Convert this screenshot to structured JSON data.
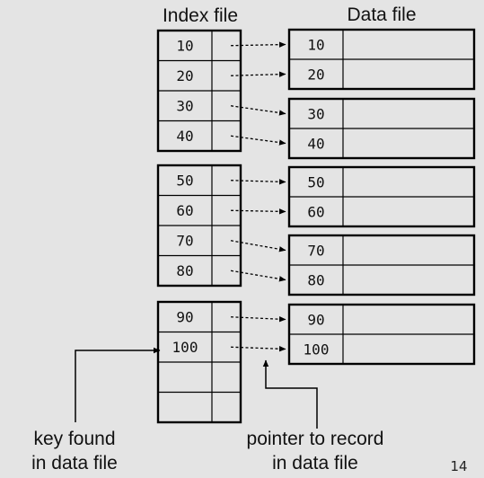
{
  "headers": {
    "index_file": "Index file",
    "data_file": "Data file"
  },
  "index_blocks": [
    [
      "10",
      "20",
      "30",
      "40"
    ],
    [
      "50",
      "60",
      "70",
      "80"
    ],
    [
      "90",
      "100",
      "",
      ""
    ]
  ],
  "data_blocks": [
    [
      "10",
      "20"
    ],
    [
      "30",
      "40"
    ],
    [
      "50",
      "60"
    ],
    [
      "70",
      "80"
    ],
    [
      "90",
      "100"
    ]
  ],
  "captions": {
    "key_found": [
      "key found",
      "in data file"
    ],
    "pointer": [
      "pointer to record",
      "in data file"
    ]
  },
  "page_number": "14"
}
